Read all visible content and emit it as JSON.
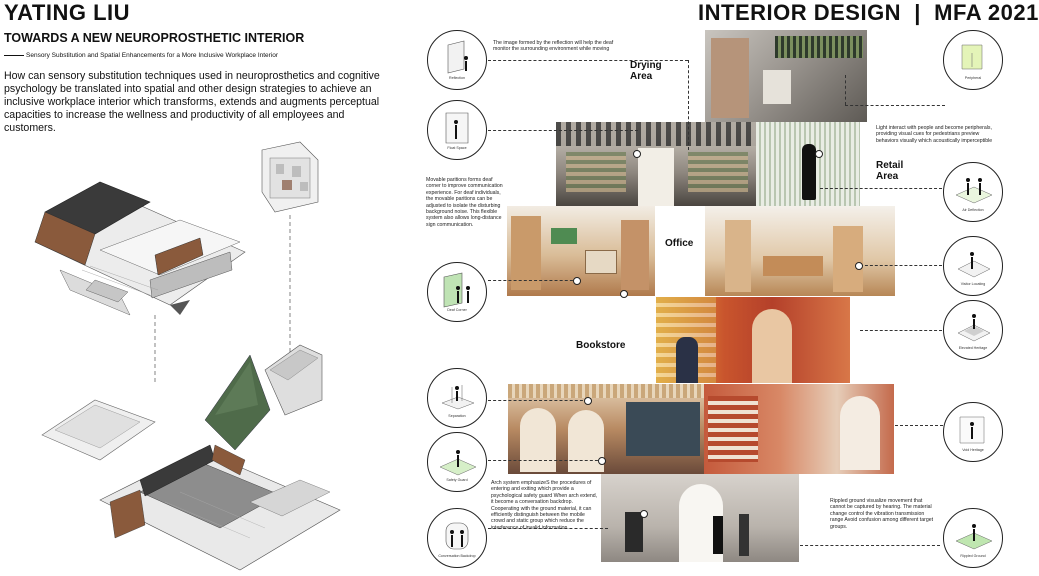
{
  "header": {
    "author": "YATING LIU",
    "title": "TOWARDS A NEW NEUROPROSTHETIC INTERIOR",
    "subtitle": "Sensory Substitution and Spatial Enhancements for a More Inclusive Workplace Interior",
    "program": "INTERIOR DESIGN  |  MFA 2021"
  },
  "intro": "How can sensory substitution techniques used in neuroprosthetics and cognitive psychology be translated into spatial and other design strategies to achieve an inclusive workplace interior which transforms, extends and augments perceptual capacities to increase the wellness and productivity of all employees and customers.",
  "areas": {
    "drying": "Drying Area",
    "retail": "Retail Area",
    "office": "Office",
    "bookstore": "Bookstore"
  },
  "captions": {
    "reflection": "The image formed by the reflection will help the deaf monitor the surrounding environment while moving",
    "light": "Light interact with people and become peripherals, providing visual cues for pedestrians preview behaviors visually which acoustically imperceptible",
    "partitions": "Movable paritions forms deaf corner to improve communication experience. For deaf individuals, the movable paritions can be adjusted to isolate the disturbing background noise. This flexible system also allows long-distance sign communication.",
    "arch": "Arch system emphasizeS the procedures of entering and exiting which provide a psychological safety guard When arch extend, it become a conversation backdrop. Cooperating with the ground material, it can efficiently distinguish between the mobile crowd and static group which reduce the interference of invalid information.",
    "rippled": "Rippled ground visualize movement that cannot be captured by hearing. The material change control the vibration transmission range Avoid confusion among different target groups."
  },
  "diagrams": {
    "left": [
      "Reflection",
      "Float Space",
      "Deaf Corner",
      "Separation",
      "Safety Guard",
      "Conversation Backdrop"
    ],
    "right": [
      "Peripheral",
      "Air Deflection",
      "Visitor Locating",
      "Elevated Heritage",
      "Void Heritage",
      "Rippled Ground"
    ]
  }
}
